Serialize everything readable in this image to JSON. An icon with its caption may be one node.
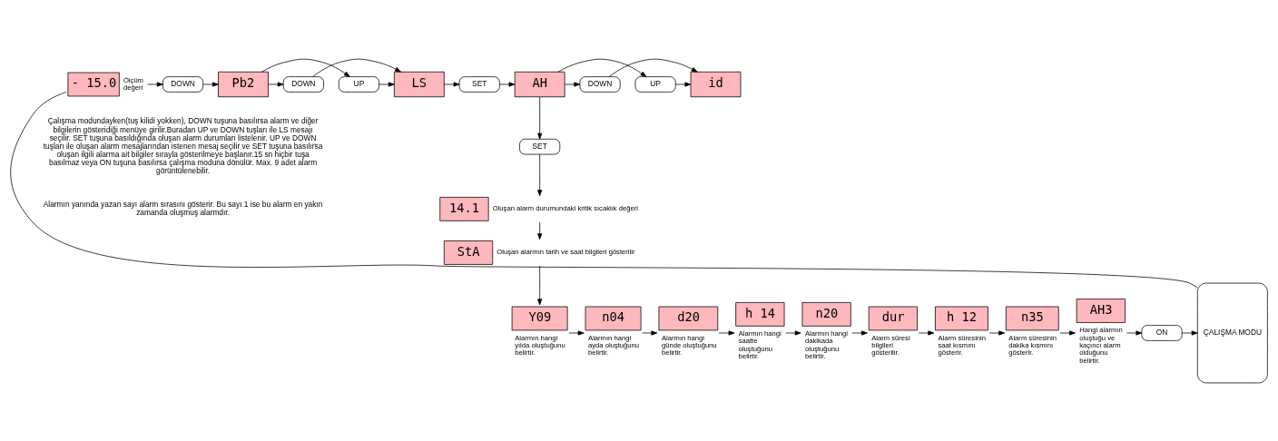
{
  "diagram": {
    "nodes": [
      {
        "text": [
          "- 15.0"
        ],
        "beside": [
          "Ölçüm değeri"
        ]
      },
      {
        "text": [
          "DOWN"
        ]
      },
      {
        "text": [
          "Pb2"
        ]
      },
      {
        "text": [
          "UP"
        ]
      },
      {
        "text": [
          "DOWN"
        ]
      },
      {
        "text": [
          "LS"
        ]
      },
      {
        "text": [
          "SET"
        ]
      },
      {
        "text": [
          "AH"
        ]
      },
      {
        "text": [
          "UP"
        ]
      },
      {
        "text": [
          "DOWN"
        ]
      },
      {
        "text": [
          "id"
        ]
      },
      {
        "text": [
          "SET"
        ]
      },
      {
        "text": [
          "14.1"
        ],
        "beside": [
          "Oluşan alarm durumundaki kritik sıcaklık değeri"
        ]
      },
      {
        "text": [
          "StA"
        ],
        "beside": [
          "Oluşan alarmın tarih ve saat bilgileri gösterilir"
        ]
      },
      {
        "text": [
          "Y09"
        ],
        "beside": [
          "Alarmın hangi yılda oluştuğunu belirtir."
        ]
      },
      {
        "text": [
          "n04"
        ],
        "beside": [
          "Alarmın hangi ayda oluştuğunu belirtir."
        ]
      },
      {
        "text": [
          "d20"
        ],
        "beside": [
          "Alarmın hangi günde oluştuğunu belirtir."
        ]
      },
      {
        "text": [
          "h 14"
        ],
        "beside": [
          "Alarmın hangi saatte oluştuğunu belirtir."
        ]
      },
      {
        "text": [
          "n20"
        ],
        "beside": [
          "Alarmın hangi dakikada oluştuğunu belirtir."
        ]
      },
      {
        "text": [
          "dur"
        ],
        "beside": [
          "Alarm süresi bilgileri gösterilir."
        ]
      },
      {
        "text": [
          "h 12"
        ],
        "beside": [
          "Alarm süresinin saat kısmını gösterir."
        ]
      },
      {
        "text": [
          "n35"
        ],
        "beside": [
          "Alarm süresinin dakika kısmını gösterir."
        ]
      },
      {
        "text": [
          "AH3"
        ],
        "beside": [
          "Hangi alarmın oluştuğu ve kaçıncı alarm olduğunu belirtir."
        ]
      },
      {
        "text": [
          "ON"
        ]
      },
      {
        "text": [
          "ÇALIŞMA MODU"
        ]
      }
    ],
    "edges": [
      {
        "from": 0,
        "to": 1,
        "arrow": "to"
      },
      {
        "from": 1,
        "to": 2,
        "arrow": "to"
      },
      {
        "from": 2,
        "to": 3,
        "arrow": "to"
      },
      {
        "from": 2,
        "to": 4,
        "arrow": "to"
      },
      {
        "from": 3,
        "to": 5,
        "arrow": "to"
      },
      {
        "from": 4,
        "to": 5,
        "arrow": "to"
      },
      {
        "from": 5,
        "to": 6,
        "arrow": "to"
      },
      {
        "from": 6,
        "to": 7,
        "arrow": "to"
      },
      {
        "from": 7,
        "to": 8,
        "arrow": "to"
      },
      {
        "from": 7,
        "to": 9,
        "arrow": "to"
      },
      {
        "from": 8,
        "to": 10,
        "arrow": "to"
      },
      {
        "from": 9,
        "to": 10,
        "arrow": "to"
      },
      {
        "from": 7,
        "to": 11,
        "arrow": "to"
      },
      {
        "from": 11,
        "to": 12,
        "arrow": "to"
      },
      {
        "from": 12,
        "to": 13,
        "arrow": "to"
      },
      {
        "from": 13,
        "to": 14,
        "arrow": "to"
      },
      {
        "from": 14,
        "to": 15,
        "arrow": "to"
      },
      {
        "from": 15,
        "to": 16,
        "arrow": "to"
      },
      {
        "from": 16,
        "to": 17,
        "arrow": "to"
      },
      {
        "from": 17,
        "to": 18,
        "arrow": "to"
      },
      {
        "from": 18,
        "to": 19,
        "arrow": "to"
      },
      {
        "from": 19,
        "to": 20,
        "arrow": "to"
      },
      {
        "from": 20,
        "to": 21,
        "arrow": "to"
      },
      {
        "from": 21,
        "to": 22,
        "arrow": "to"
      },
      {
        "from": 22,
        "to": 23,
        "arrow": "to"
      },
      {
        "from": 23,
        "to": 24,
        "arrow": "to"
      },
      {
        "from": 24,
        "to": 0,
        "arrow": "none"
      }
    ],
    "labels": [
      "Çalışma modundayken(tuş kilidi yokken), DOWN tuşuna basılırsa alarm ve diğer bilgilerin gösteridiği menüye girilir.Buradan UP ve DOWN tuşları ile LS mesajı seçilir. SET tuşuna basıldığında oluşan alarm durumları listelenir. UP ve DOWN tuşları ile oluşan alarm mesajlarından istenen mesaj seçilir ve SET tuşuna basılırsa oluşan ilgili alarma ait bilgiler sırayla gösterilmeye başlanır.15 sn hiçbir tuşa basılmaz veya ON tuşuna basılırsa çalışma moduna dönülür. Max. 9 adet alarm görüntülenebilir.",
      "Alarmın yanında yazan sayı alarm sırasını gösterir. Bu sayı 1 ise bu alarm en yakın zamanda oluşmuş alarmdır."
    ]
  }
}
